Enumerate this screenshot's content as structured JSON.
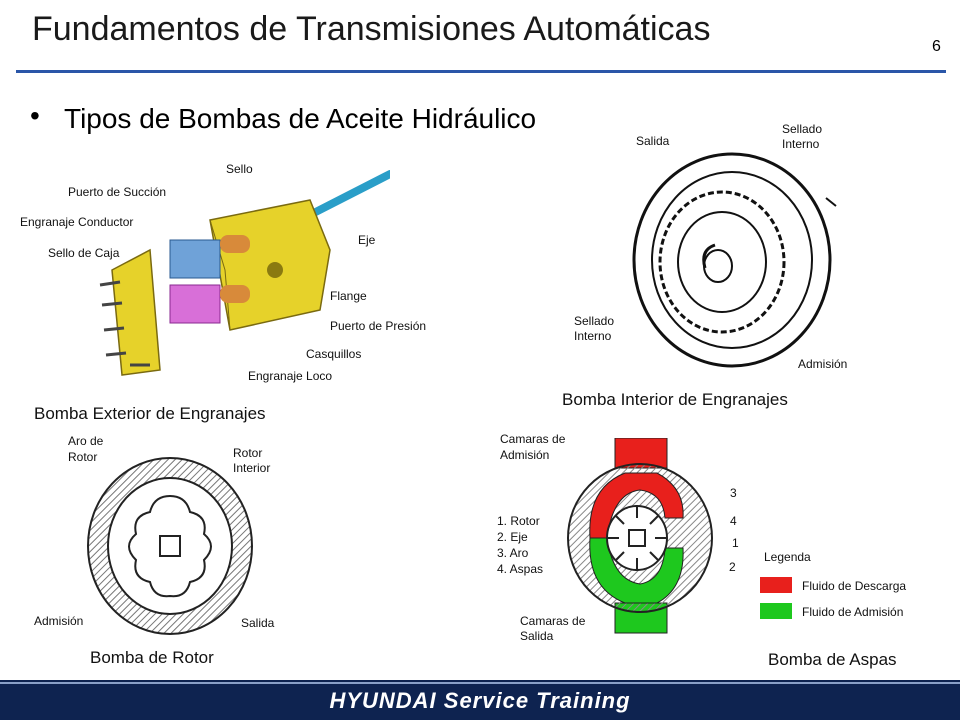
{
  "header": {
    "title": "Fundamentos de Transmisiones Automáticas",
    "page_number": "6"
  },
  "subtitle": "Tipos de Bombas de Aceite Hidráulico",
  "exterior_pump": {
    "caption": "Bomba Exterior de Engranajes",
    "labels": {
      "sello": "Sello",
      "puerto_succion": "Puerto de Succión",
      "engranaje_conductor": "Engranaje Conductor",
      "sello_caja": "Sello de Caja",
      "eje": "Eje",
      "flange": "Flange",
      "puerto_presion": "Puerto de Presión",
      "casquillos": "Casquillos",
      "engranaje_loco": "Engranaje Loco"
    }
  },
  "interior_pump": {
    "caption": "Bomba Interior de Engranajes",
    "labels": {
      "salida": "Salida",
      "sellado_top_1": "Sellado",
      "sellado_top_2": "Interno",
      "sellado_bot_1": "Sellado",
      "sellado_bot_2": "Interno",
      "admision": "Admisión"
    }
  },
  "rotor_pump": {
    "caption": "Bomba de Rotor",
    "labels": {
      "aro_1": "Aro de",
      "aro_2": "Rotor",
      "rotor_1": "Rotor",
      "rotor_2": "Interior",
      "admision": "Admisión",
      "salida": "Salida"
    }
  },
  "vane_pump": {
    "caption": "Bomba de Aspas",
    "labels": {
      "camaras_adm_1": "Camaras de",
      "camaras_adm_2": "Admisión",
      "camaras_sal_1": "Camaras de",
      "camaras_sal_2": "Salida",
      "parts": [
        "1. Rotor",
        "2. Eje",
        "3. Aro",
        "4. Aspas"
      ],
      "num_3": "3",
      "num_4": "4",
      "num_1": "1",
      "num_2": "2"
    },
    "legend": {
      "title": "Legenda",
      "descarga": "Fluido de Descarga",
      "admision": "Fluido de Admisión",
      "descarga_color": "#e8201c",
      "admision_color": "#1ec81e"
    }
  },
  "footer": {
    "brand": "HYUNDAI Service Training"
  }
}
